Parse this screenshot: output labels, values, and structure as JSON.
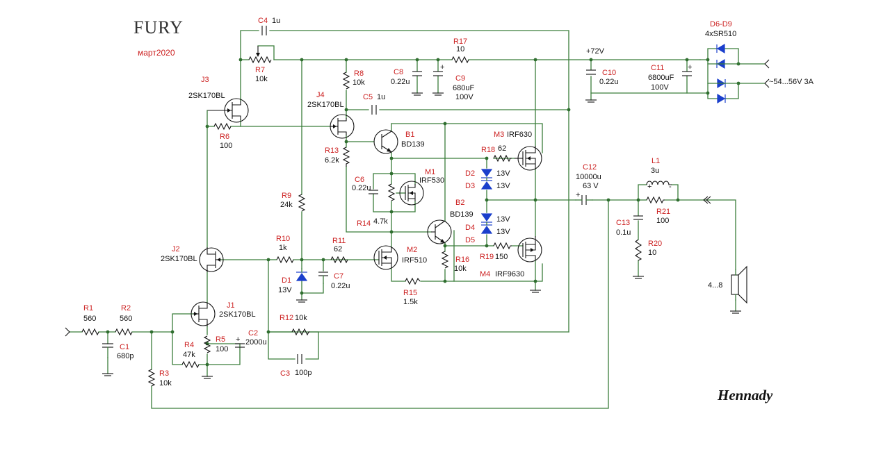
{
  "title": "FURY",
  "date": "март2020",
  "signature": "Hennady",
  "colors": {
    "wire": "#3a7d3a",
    "ref_designator": "#cc2020",
    "value": "#111111",
    "zener_diode": "#1a3fcc"
  },
  "rails": {
    "vplus": "+72V",
    "ac_input": "~54...56V 3A"
  },
  "components": {
    "R1": {
      "ref": "R1",
      "value": "560"
    },
    "R2": {
      "ref": "R2",
      "value": "560"
    },
    "R3": {
      "ref": "R3",
      "value": "10k"
    },
    "R4": {
      "ref": "R4",
      "value": "47k"
    },
    "R5": {
      "ref": "R5",
      "value": "100"
    },
    "R6": {
      "ref": "R6",
      "value": "100"
    },
    "R7": {
      "ref": "R7",
      "value": "10k"
    },
    "R8": {
      "ref": "R8",
      "value": "10k"
    },
    "R9": {
      "ref": "R9",
      "value": "24k"
    },
    "R10": {
      "ref": "R10",
      "value": "1k"
    },
    "R11": {
      "ref": "R11",
      "value": "62"
    },
    "R12": {
      "ref": "R12",
      "value": "10k"
    },
    "R13": {
      "ref": "R13",
      "value": "6.2k"
    },
    "R14": {
      "ref": "R14",
      "value": "4.7k"
    },
    "R15": {
      "ref": "R15",
      "value": "1.5k"
    },
    "R16": {
      "ref": "R16",
      "value": "10k"
    },
    "R17": {
      "ref": "R17",
      "value": "10"
    },
    "R18": {
      "ref": "R18",
      "value": "62"
    },
    "R19": {
      "ref": "R19",
      "value": "150"
    },
    "R20": {
      "ref": "R20",
      "value": "10"
    },
    "R21": {
      "ref": "R21",
      "value": "100"
    },
    "C1": {
      "ref": "C1",
      "value": "680p"
    },
    "C2": {
      "ref": "C2",
      "value": "2000u"
    },
    "C3": {
      "ref": "C3",
      "value": "100p"
    },
    "C4": {
      "ref": "C4",
      "value": "1u"
    },
    "C5": {
      "ref": "C5",
      "value": "1u"
    },
    "C6": {
      "ref": "C6",
      "value": "0.22u"
    },
    "C7": {
      "ref": "C7",
      "value": "0.22u"
    },
    "C8": {
      "ref": "C8",
      "value": "0.22u"
    },
    "C9": {
      "ref": "C9",
      "value": "680uF",
      "value2": "100V"
    },
    "C10": {
      "ref": "C10",
      "value": "0.22u"
    },
    "C11": {
      "ref": "C11",
      "value": "6800uF",
      "value2": "100V"
    },
    "C12": {
      "ref": "C12",
      "value": "10000u",
      "value2": "63 V"
    },
    "C13": {
      "ref": "C13",
      "value": "0.1u"
    },
    "L1": {
      "ref": "L1",
      "value": "3u"
    },
    "J1": {
      "ref": "J1",
      "value": "2SK170BL"
    },
    "J2": {
      "ref": "J2",
      "value": "2SK170BL"
    },
    "J3": {
      "ref": "J3",
      "value": "2SK170BL"
    },
    "J4": {
      "ref": "J4",
      "value": "2SK170BL"
    },
    "B1": {
      "ref": "B1",
      "value": "BD139"
    },
    "B2": {
      "ref": "B2",
      "value": "BD139"
    },
    "M1": {
      "ref": "M1",
      "value": "IRF530"
    },
    "M2": {
      "ref": "M2",
      "value": "IRF510"
    },
    "M3": {
      "ref": "M3",
      "value": "IRF630"
    },
    "M4": {
      "ref": "M4",
      "value": "IRF9630"
    },
    "D1": {
      "ref": "D1",
      "value": "13V"
    },
    "D2": {
      "ref": "D2",
      "value": "13V"
    },
    "D3": {
      "ref": "D3",
      "value": "13V"
    },
    "D4": {
      "ref": "D4",
      "value": "13V"
    },
    "D5": {
      "ref": "D5",
      "value": "13V"
    },
    "D6_D9": {
      "ref": "D6-D9",
      "value": "4xSR510"
    },
    "SPK": {
      "value": "4...8"
    }
  }
}
